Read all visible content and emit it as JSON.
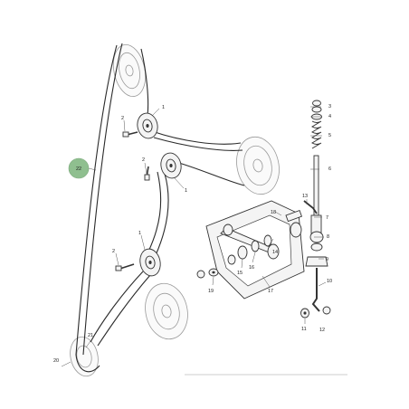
{
  "diagram": {
    "highlight_color": "#8fbf8f",
    "callouts": {
      "belt": "22",
      "bolt_a": "2",
      "bolt_b": "2",
      "bolt_c": "2",
      "idler_a": "1",
      "idler_b": "1",
      "idler_c": "1",
      "p3": "3",
      "p4": "4",
      "p5": "5",
      "p6": "6",
      "p7": "7",
      "p8": "8",
      "p9": "9",
      "p10": "10",
      "p11": "11",
      "p12": "12",
      "p13": "13",
      "p14": "14",
      "p15": "15",
      "p16": "16",
      "p17": "17",
      "p18": "18",
      "p19": "19",
      "p20": "20",
      "p21": "21"
    }
  }
}
